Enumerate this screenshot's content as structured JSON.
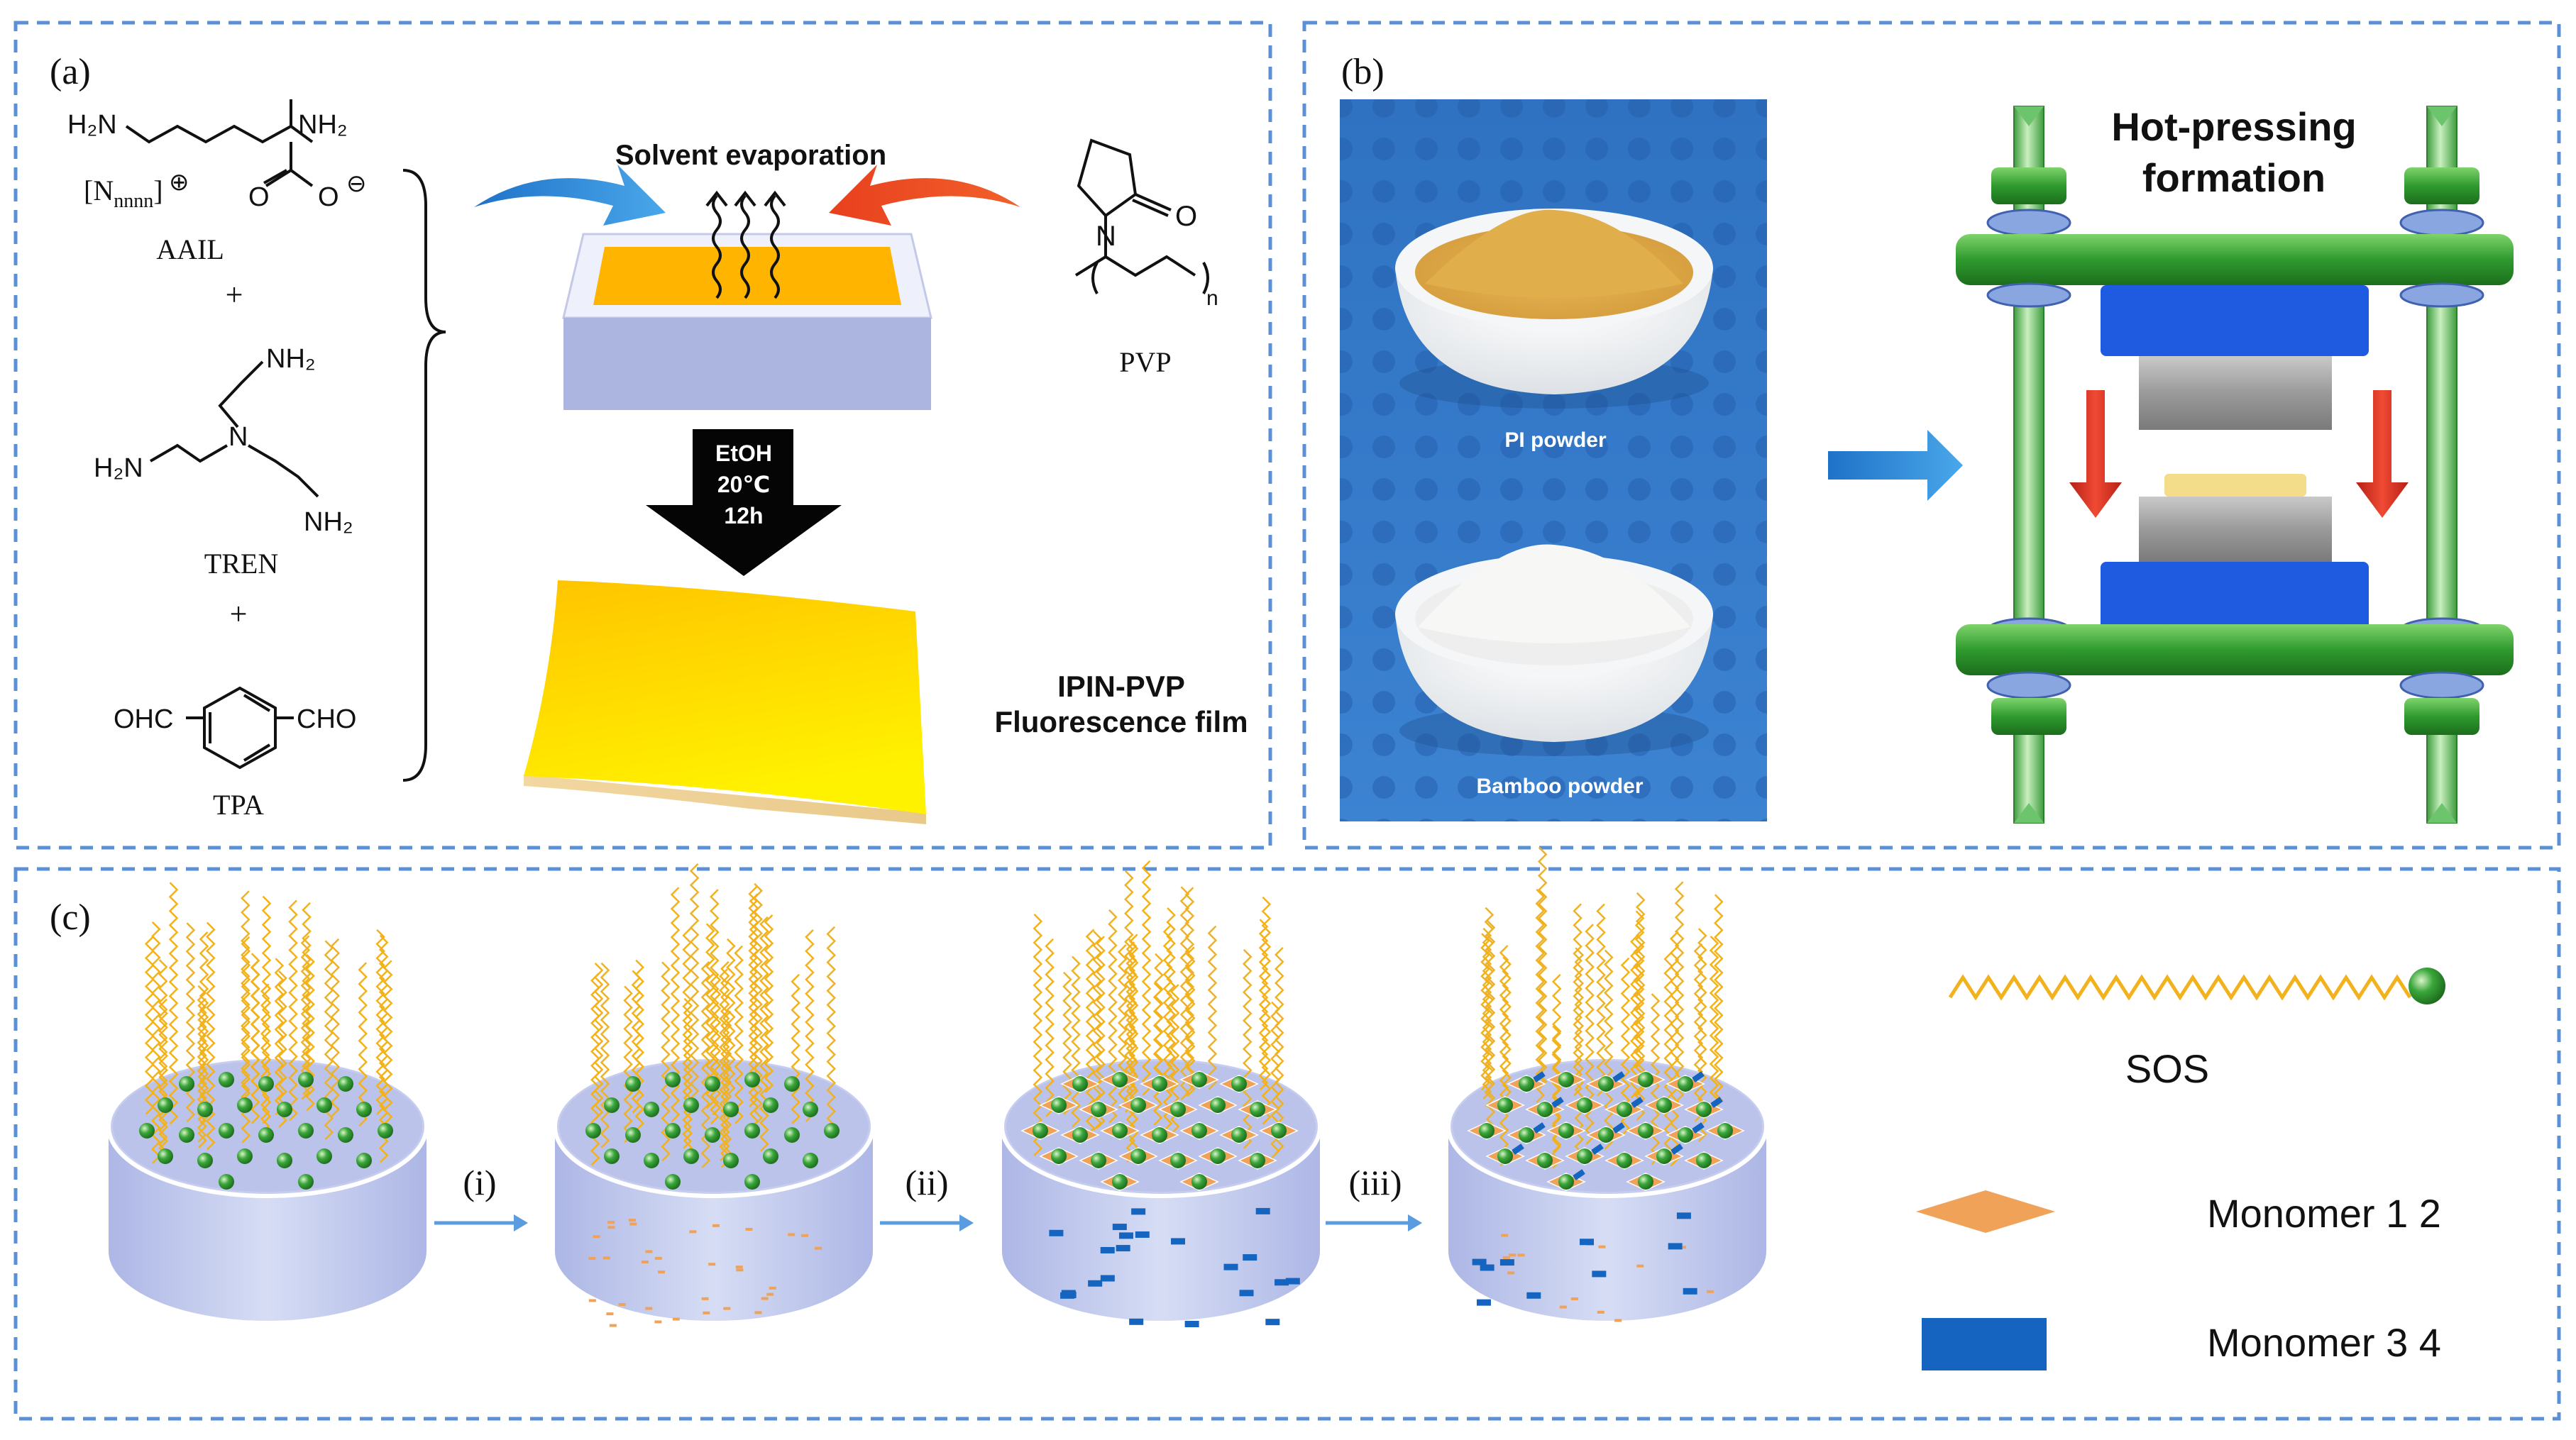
{
  "colors": {
    "frame": "#5b8fd6",
    "zigzag": "#f2b21d",
    "sphere": "#2e9e3a",
    "monomer12": "#f0a259",
    "monomer34": "#1565c0",
    "pressGreen": "#3aa43a",
    "pressBlue": "#1e5be0",
    "arrowRed": "#e03a2a",
    "arrowBlue": "#2e7cd6",
    "film": "#ffd200"
  },
  "panel_a": {
    "label": "(a)",
    "aail_cation": "[N",
    "aail_cation_sub": "nnnn",
    "aail_cation_close": "]",
    "aail_plus_charge": "⊕",
    "aail_minus_charge": "⊖",
    "aail_h2n": "H₂N",
    "aail_nh2": "NH₂",
    "aail_o": "O",
    "aail_name": "AAIL",
    "plus_1": "+",
    "tren_nh2_top": "NH₂",
    "tren_n": "N",
    "tren_h2n": "H₂N",
    "tren_nh2_bottom": "NH₂",
    "tren_name": "TREN",
    "plus_2": "+",
    "tpa_left": "OHC",
    "tpa_right": "CHO",
    "tpa_name": "TPA",
    "evaporation_label": "Solvent evaporation",
    "arrow_line1": "EtOH",
    "arrow_line2": "20℃",
    "arrow_line3": "12h",
    "pvp_o": "O",
    "pvp_n": "N",
    "pvp_sub": "n",
    "pvp_name": "PVP",
    "film_line1": "IPIN-PVP",
    "film_line2": "Fluorescence film"
  },
  "panel_b": {
    "label": "(b)",
    "pi_powder": "PI powder",
    "bamboo_powder": "Bamboo powder",
    "title_line1": "Hot-pressing",
    "title_line2": "formation"
  },
  "panel_c": {
    "label": "(c)",
    "step1": "(i)",
    "step2": "(ii)",
    "step3": "(iii)",
    "legend_sos": "SOS",
    "legend_m12": "Monomer 1 2",
    "legend_m34": "Monomer 3 4"
  }
}
